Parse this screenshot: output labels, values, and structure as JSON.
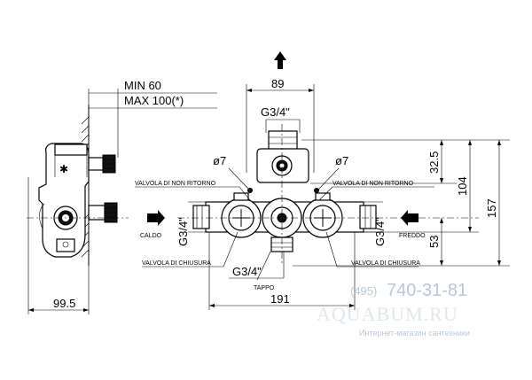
{
  "dimensions": {
    "min": "MIN  60",
    "max": "MAX  100(*)",
    "width_89": "89",
    "thread_top": "G3/4\"",
    "diam_left": "ø7",
    "diam_right": "ø7",
    "thread_left": "G3/4\"",
    "thread_right": "G3/4\"",
    "thread_bottom": "G3/4\"",
    "dim_32_5": "32.5",
    "dim_104": "104",
    "dim_157": "157",
    "dim_53": "53",
    "dim_99_5": "99.5",
    "dim_191": "191"
  },
  "labels": {
    "nonreturn_left": "VALVOLA DI NON RITORNO",
    "nonreturn_right": "VALVOLA DI NON RITORNO",
    "caldo": "CALDO",
    "freddo": "FREDDO",
    "shutoff_left": "VALVOLA DI CHIUSURA",
    "shutoff_right": "VALVOLA DI CHIUSURA",
    "tappo": "TAPPO"
  },
  "watermark": {
    "phone_prefix": "(495)",
    "phone": "740-31-81",
    "brand": "AQUABUM.RU",
    "tagline": "Интернет-магазин сантехники"
  }
}
